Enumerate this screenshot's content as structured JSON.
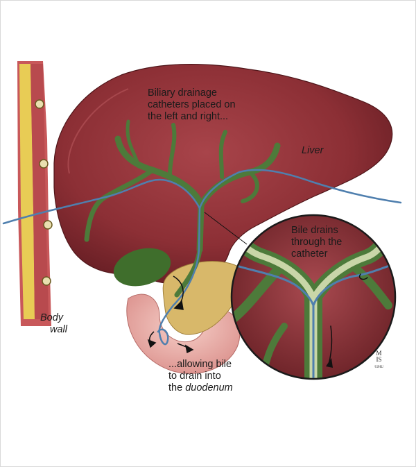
{
  "labels": {
    "catheters": [
      "Biliary drainage",
      "catheters placed on",
      "the left and right..."
    ],
    "liver": "Liver",
    "body_wall": [
      "Body",
      "wall"
    ],
    "bile_drains": [
      "Bile drains",
      "through the",
      "catheter"
    ],
    "duodenum": {
      "line1": "...allowing bile",
      "line2": "to drain into",
      "line3_prefix": "the ",
      "line3_italic": "duodenum"
    }
  },
  "signature": {
    "mark_top": "M",
    "mark_bottom": "IS",
    "copyright": "©JHU"
  },
  "colors": {
    "liver": "#8c2f35",
    "liver_dark": "#5e1a20",
    "bile_duct": "#4d7a3a",
    "catheter": "#4f7fae",
    "gallbladder": "#3f6e2c",
    "pancreas": "#d8b86a",
    "duodenum": "#e8a4a0",
    "body_wall_fat": "#e8cc55"
  }
}
